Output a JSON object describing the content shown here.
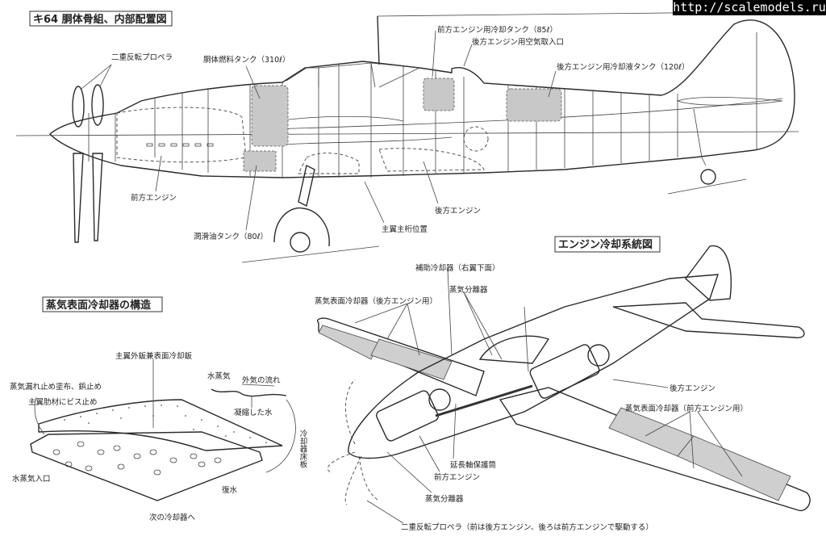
{
  "watermark": "http://scalemodels.ru",
  "side_view": {
    "title": "キ64 胴体骨組、内部配置図",
    "labels": {
      "propeller": "二重反転プロペラ",
      "fuel_tank": "胴体燃料タンク（310ℓ）",
      "front_engine": "前方エンジン",
      "oil_tank": "潤滑油タンク（80ℓ）",
      "main_spar": "主翼主桁位置",
      "front_coolant_tank": "前方エンジン用冷却タンク（85ℓ）",
      "rear_air_intake": "後方エンジン用空気取入口",
      "rear_coolant_tank": "後方エンジン用冷却液タンク（120ℓ）",
      "rear_engine": "後方エンジン"
    }
  },
  "cooler_structure": {
    "title": "蒸気表面冷却器の構造",
    "labels": {
      "outer_skin": "主翼外鈑兼表面冷却鈑",
      "steam": "水蒸気",
      "airflow": "外気の流れ",
      "condensed": "凝縮した水",
      "seal": "蒸気漏れ止め塗布、鋲止め",
      "rib_screw": "主翼肋材にビス止め",
      "floor": "冷却器床板",
      "steam_inlet": "水蒸気入口",
      "return_water": "復水",
      "next_cooler": "次の冷却器へ"
    }
  },
  "cooling_system": {
    "title": "エンジン冷却系統図",
    "labels": {
      "aux_cooler": "補助冷却器（右翼下面）",
      "separator_top": "蒸気分離器",
      "rear_surface_cooler": "蒸気表面冷却器（後方エンジン用）",
      "rear_engine": "後方エンジン",
      "front_surface_cooler": "蒸気表面冷却器（前方エンジン用）",
      "shaft_tube": "延長軸保護筒",
      "front_engine": "前方エンジン",
      "separator_bottom": "蒸気分離器",
      "propeller": "二重反転プロペラ（前は後方エンジン、後ろは前方エンジンで駆動する）"
    }
  }
}
